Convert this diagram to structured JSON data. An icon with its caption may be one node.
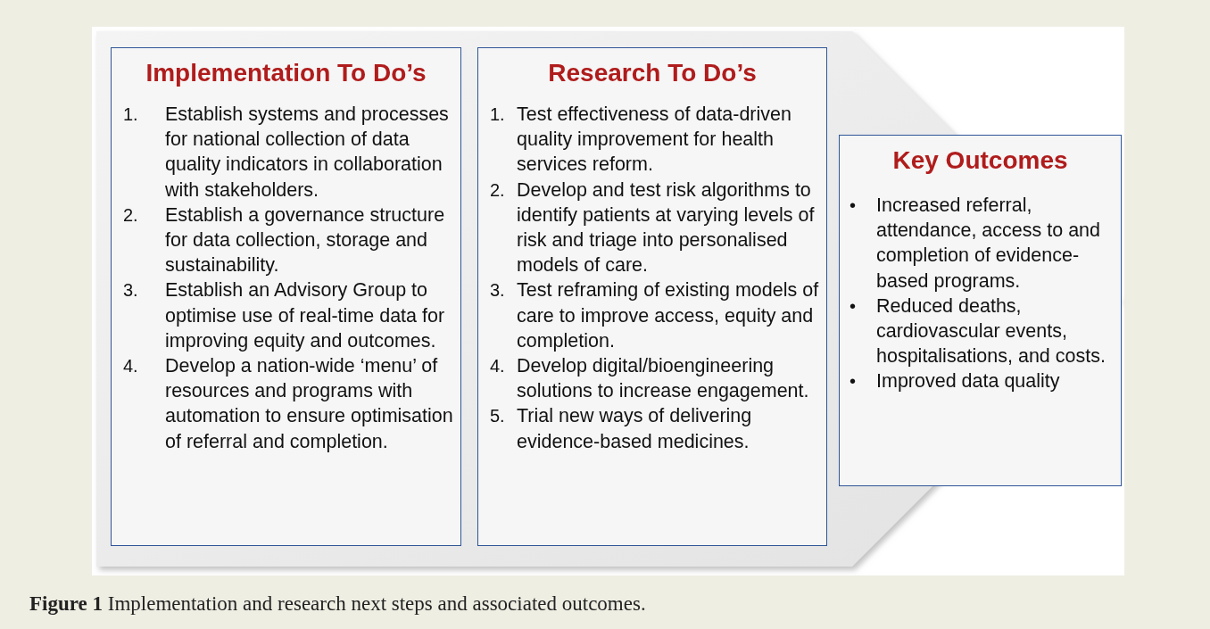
{
  "diagram": {
    "caption": "**Figure 1** Implementation and research next steps and associated outcomes.",
    "nodes": [
      {
        "text": [
          "Implementation To Do’s",
          "1. Establish systems and processes for national collection of data quality indicators in collaboration with stakeholders.",
          "2. Establish a governance structure for data collection, storage and sustainability.",
          "3. Establish an Advisory Group to optimise use of real-time data for improving equity and outcomes.",
          "4. Develop a nation-wide ‘menu’ of resources and programs with automation to ensure optimisation of referral and completion."
        ]
      },
      {
        "text": [
          "Research To Do’s",
          "1. Test effectiveness of data-driven quality improvement for health services reform.",
          "2. Develop and test risk algorithms to identify patients at varying levels of risk and triage into personalised models of care.",
          "3. Test reframing of existing models of care to improve access, equity and completion.",
          "4. Develop digital/bioengineering solutions to increase engagement.",
          "5. Trial new ways of delivering evidence-based medicines."
        ]
      },
      {
        "text": [
          "Key Outcomes",
          "• Increased referral, attendance, access to and completion of evidence-based programs.",
          "• Reduced deaths, cardiovascular events, hospitalisations, and costs.",
          "• Improved data quality"
        ]
      }
    ]
  }
}
